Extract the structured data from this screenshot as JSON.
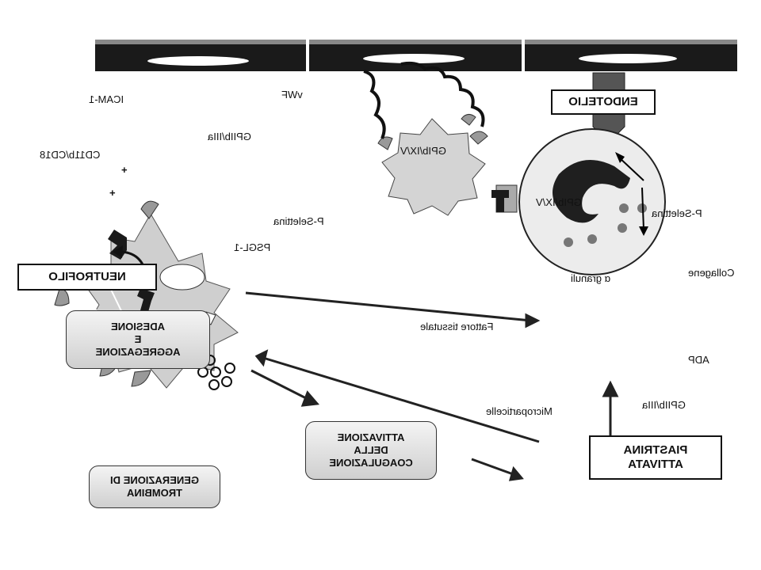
{
  "boxes": {
    "endothelium": "ENDOTELIO",
    "neutrophil": "NEUTROFILO",
    "platelet_line1": "PIASTRINA",
    "platelet_line2": "ATTIVATA"
  },
  "process_boxes": {
    "adhesion": [
      "ADESIONE",
      "E",
      "AGGREGAZIONE"
    ],
    "coagulation": [
      "ATTIVAZIONE",
      "DELLA",
      "COAGULAZIONE"
    ],
    "thrombin": [
      "GENERAZIONE DI",
      "TROMBINA"
    ]
  },
  "labels": {
    "icam": "ICAM-1",
    "cd11b": "CD11b/CD18",
    "vwf": "vWF",
    "gpib_top": "GPIb/IX/V",
    "gpiib_top": "GPIIb/IIIa",
    "pselectin_top": "P-Selettina",
    "psgl": "PSGL-1",
    "pselectin_left": "P-Selettina",
    "gpib_left": "GPIb/IX/V",
    "collagen": "Collagene",
    "granules": "α granuli",
    "tissue_factor": "Fattore tissutale",
    "adp": "ADP",
    "gpiib_left": "GPIIb/IIIa",
    "microparticles": "Microparticelle",
    "plus1": "+",
    "plus2": "+"
  },
  "colors": {
    "endothelium": "#1a1a1a",
    "cell_fill": "#d4d4d4",
    "nucleus": "#1f1f1f",
    "icam": "#555555",
    "receptor": "#9a9a9a"
  }
}
